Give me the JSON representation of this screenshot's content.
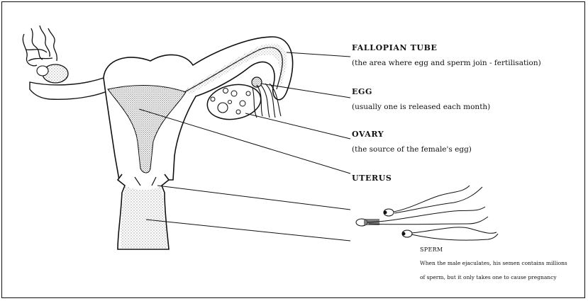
{
  "labels": {
    "fallopian_tube": {
      "title": "FALLOPIAN TUBE",
      "desc": "(the area where egg and sperm join - fertilisation)"
    },
    "egg": {
      "title": "EGG",
      "desc": "(usually one is released each month)"
    },
    "ovary": {
      "title": "OVARY",
      "desc": "(the source of the female's egg)"
    },
    "uterus": {
      "title": "UTERUS"
    },
    "sperm": {
      "title": "SPERM",
      "line1": "When the male ejaculates, his semen contains millions",
      "line2": "of sperm, but it only takes one to cause pregnancy"
    }
  },
  "colors": {
    "ink": "#111111",
    "stipple": "#444444"
  }
}
